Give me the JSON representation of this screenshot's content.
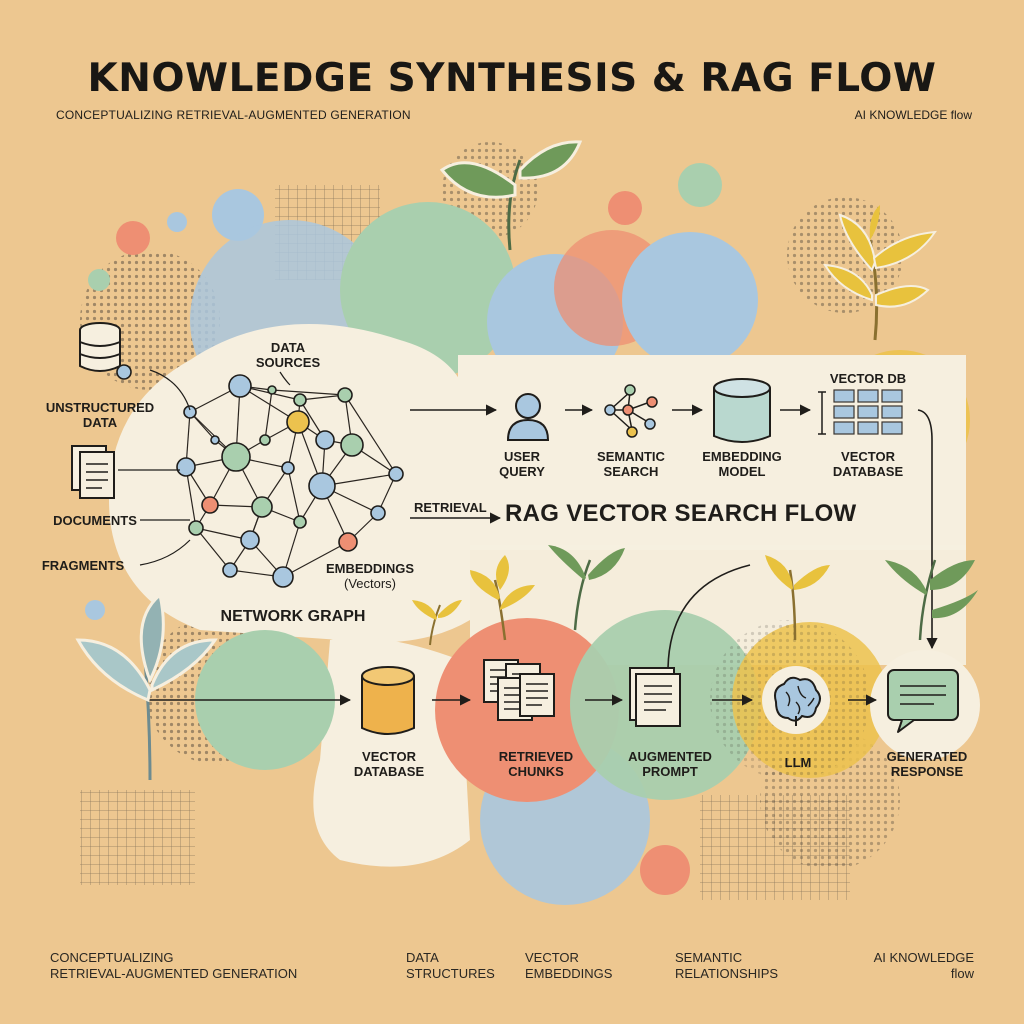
{
  "header": {
    "title": "KNOWLEDGE SYNTHESIS & RAG FLOW",
    "subtitle": "CONCEPTUALIZING RETRIEVAL-AUGMENTED GENERATION",
    "tag": "AI KNOWLEDGE flow"
  },
  "sources": {
    "data_sources": [
      "DATA",
      "SOURCES"
    ],
    "unstructured": [
      "UNSTRUCTURED",
      "DATA"
    ],
    "documents": "DOCUMENTS",
    "fragments": "FRAGMENTS",
    "embeddings": "EMBEDDINGS",
    "embeddings_sub": "(Vectors)",
    "network_graph": "NETWORK GRAPH"
  },
  "top_flow": {
    "user_query": [
      "USER",
      "QUERY"
    ],
    "semantic_search": [
      "SEMANTIC",
      "SEARCH"
    ],
    "embedding_model": [
      "EMBEDDING",
      "MODEL"
    ],
    "vector_db_heading": "VECTOR DB",
    "vector_database": [
      "VECTOR",
      "DATABASE"
    ],
    "retrieval": "RETRIEVAL",
    "flow_title": "RAG VECTOR SEARCH FLOW"
  },
  "bottom_flow": {
    "vector_database": [
      "VECTOR",
      "DATABASE"
    ],
    "retrieved_chunks": [
      "RETRIEVED",
      "CHUNKS"
    ],
    "augmented_prompt": [
      "AUGMENTED",
      "PROMPT"
    ],
    "llm": "LLM",
    "generated_response": [
      "GENERATED",
      "RESPONSE"
    ]
  },
  "footer": {
    "left": [
      "CONCEPTUALIZING",
      "RETRIEVAL-AUGMENTED GENERATION"
    ],
    "data_structures": [
      "DATA",
      "STRUCTURES"
    ],
    "vector_embeddings": [
      "VECTOR",
      "EMBEDDINGS"
    ],
    "semantic_relationships": [
      "SEMANTIC",
      "RELATIONSHIPS"
    ],
    "right": [
      "AI KNOWLEDGE",
      "flow"
    ]
  },
  "colors": {
    "paper": "#edc790",
    "cream": "#f6efdf",
    "sage": "#a9cfae",
    "sky": "#a9c7df",
    "coral": "#ee8f73",
    "mustard": "#ecc24e",
    "ink": "#1f1d1a"
  },
  "icons": [
    "database-icon",
    "document-icon",
    "user-icon",
    "network-icon",
    "cylinder-icon",
    "grid-icon",
    "chunks-icon",
    "prompt-icon",
    "brain-icon",
    "chat-icon",
    "leaf-icon"
  ]
}
